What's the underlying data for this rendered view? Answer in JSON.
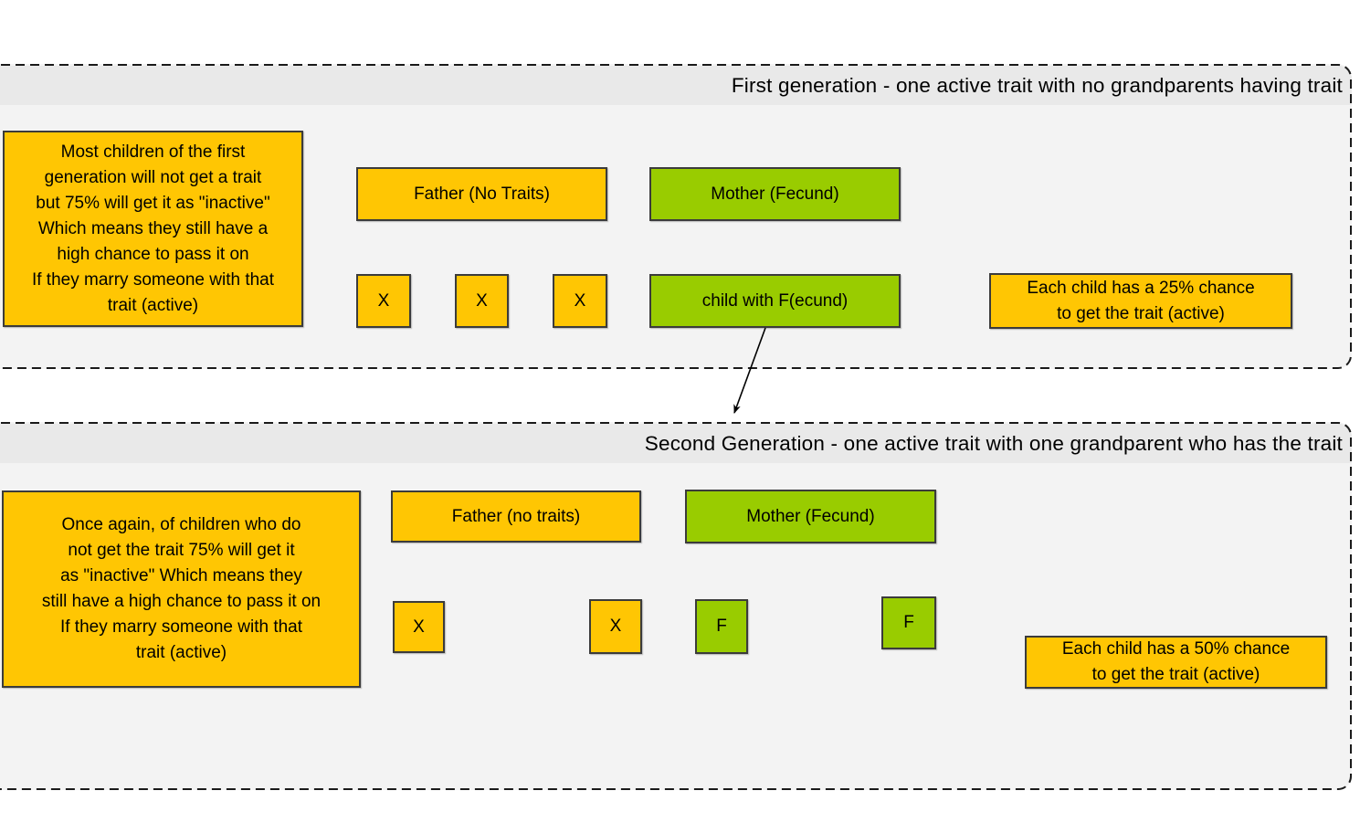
{
  "colors": {
    "node_yellow": "#ffc603",
    "node_green": "#99cc00",
    "node_border": "#3b3b3b",
    "section_fill": "#f3f3f3",
    "section_header_fill": "#e9e9e9",
    "section_border": "#1a1a1a",
    "page_background": "#ffffff",
    "text": "#000000"
  },
  "sections": [
    {
      "title": "First generation - one active trait with no grandparents having trait",
      "info_box": "Most children of the first\ngeneration will not get a trait\nbut 75% will get it as \"inactive\"\nWhich means they still have a\nhigh chance to pass it on\nIf they marry someone with that\ntrait (active)",
      "father": "Father (No Traits)",
      "mother": "Mother (Fecund)",
      "children_no_trait": [
        "X",
        "X",
        "X"
      ],
      "child_with_trait": "child with F(ecund)",
      "chance_note": "Each child has a 25% chance\nto get the trait (active)"
    },
    {
      "title": "Second Generation - one active trait with one grandparent who has the trait",
      "info_box": "Once again, of children who do\nnot get the trait 75% will get it\nas \"inactive\" Which means they\nstill have a high chance to pass it on\nIf they marry someone with that\ntrait (active)",
      "father": "Father (no traits)",
      "mother": "Mother (Fecund)",
      "children_no_trait": [
        "X",
        "X"
      ],
      "children_with_trait": [
        "F",
        "F"
      ],
      "chance_note": "Each child has a 50% chance\nto get the trait (active)"
    }
  ]
}
